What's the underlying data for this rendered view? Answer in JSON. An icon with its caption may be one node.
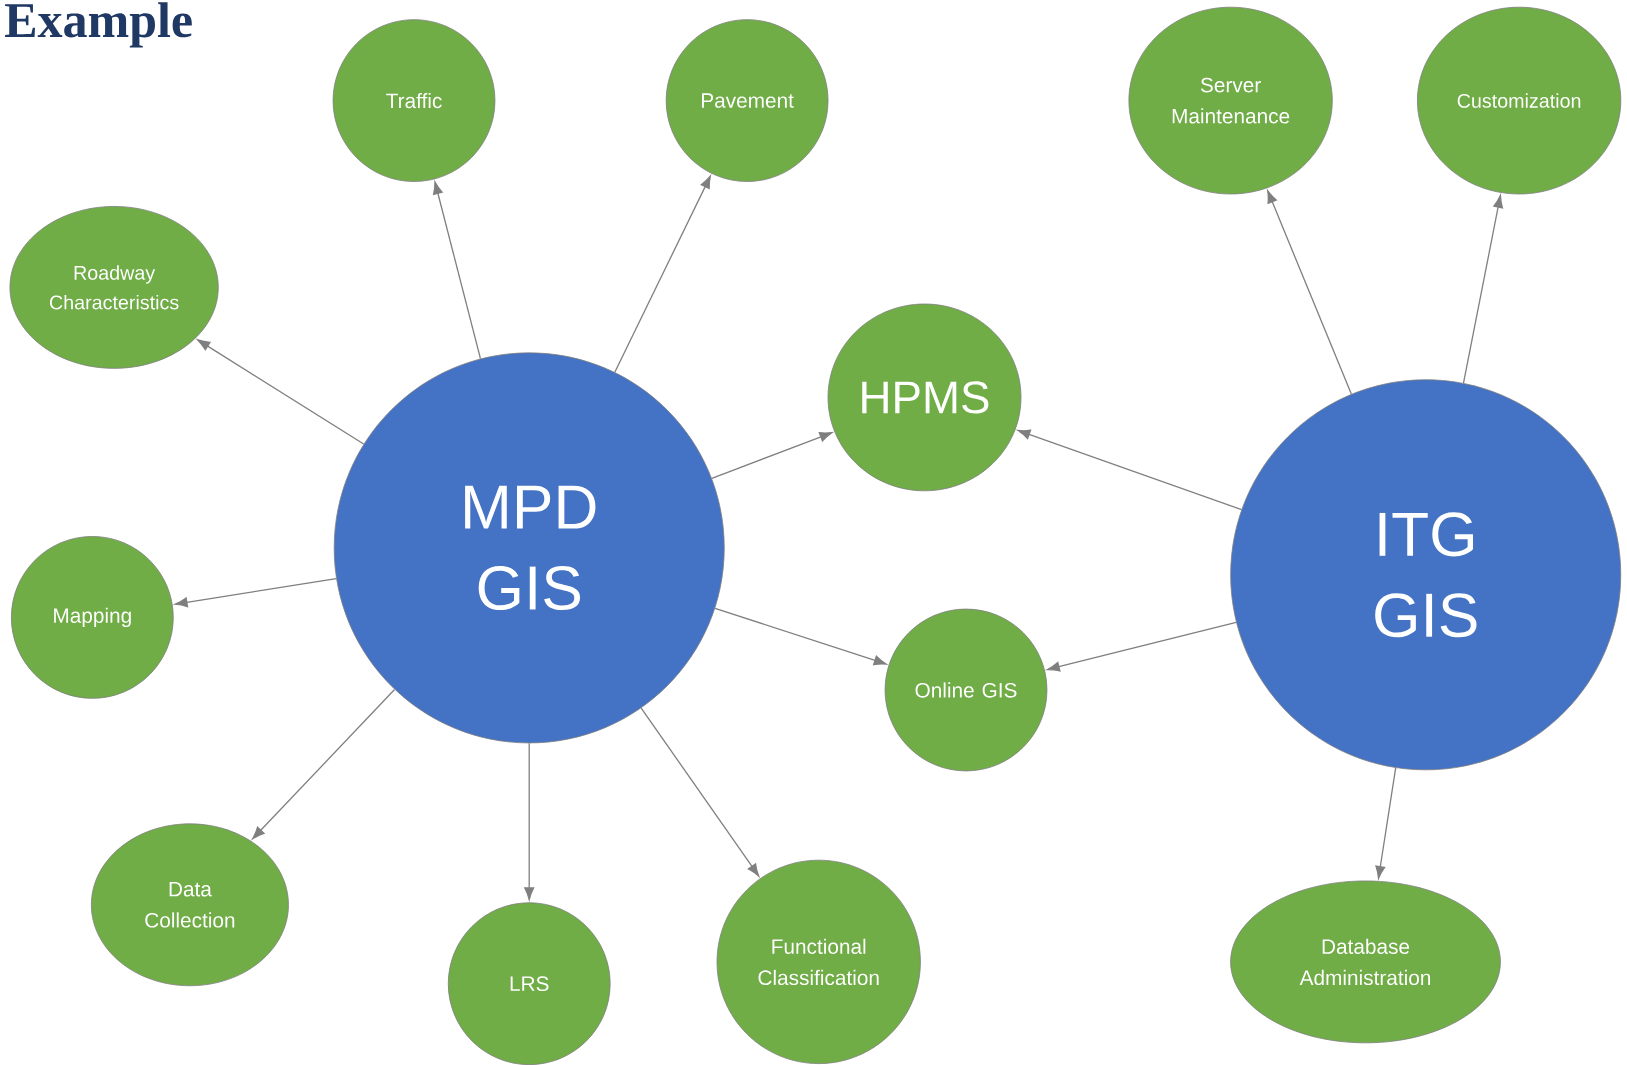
{
  "diagram": {
    "title": "Example",
    "nodes": [
      {
        "text": [
          "MPD GIS"
        ]
      },
      {
        "text": [
          "ITG GIS"
        ]
      },
      {
        "text": [
          "Traffic"
        ]
      },
      {
        "text": [
          "Pavement"
        ]
      },
      {
        "text": [
          "Roadway Characteristics"
        ]
      },
      {
        "text": [
          "Mapping"
        ]
      },
      {
        "text": [
          "Data Collection"
        ]
      },
      {
        "text": [
          "LRS"
        ]
      },
      {
        "text": [
          "Functional Classification"
        ]
      },
      {
        "text": [
          "HPMS"
        ]
      },
      {
        "text": [
          "Online GIS"
        ]
      },
      {
        "text": [
          "Server Maintenance"
        ]
      },
      {
        "text": [
          "Customization"
        ]
      },
      {
        "text": [
          "Database Administration"
        ]
      }
    ],
    "edges": [
      {
        "from": 0,
        "to": 2,
        "arrow": "to"
      },
      {
        "from": 0,
        "to": 3,
        "arrow": "to"
      },
      {
        "from": 0,
        "to": 4,
        "arrow": "to"
      },
      {
        "from": 0,
        "to": 5,
        "arrow": "to"
      },
      {
        "from": 0,
        "to": 6,
        "arrow": "to"
      },
      {
        "from": 0,
        "to": 7,
        "arrow": "to"
      },
      {
        "from": 0,
        "to": 8,
        "arrow": "to"
      },
      {
        "from": 0,
        "to": 9,
        "arrow": "to"
      },
      {
        "from": 0,
        "to": 10,
        "arrow": "to"
      },
      {
        "from": 1,
        "to": 9,
        "arrow": "to"
      },
      {
        "from": 1,
        "to": 10,
        "arrow": "to"
      },
      {
        "from": 1,
        "to": 11,
        "arrow": "to"
      },
      {
        "from": 1,
        "to": 12,
        "arrow": "to"
      },
      {
        "from": 1,
        "to": 13,
        "arrow": "to"
      }
    ]
  }
}
